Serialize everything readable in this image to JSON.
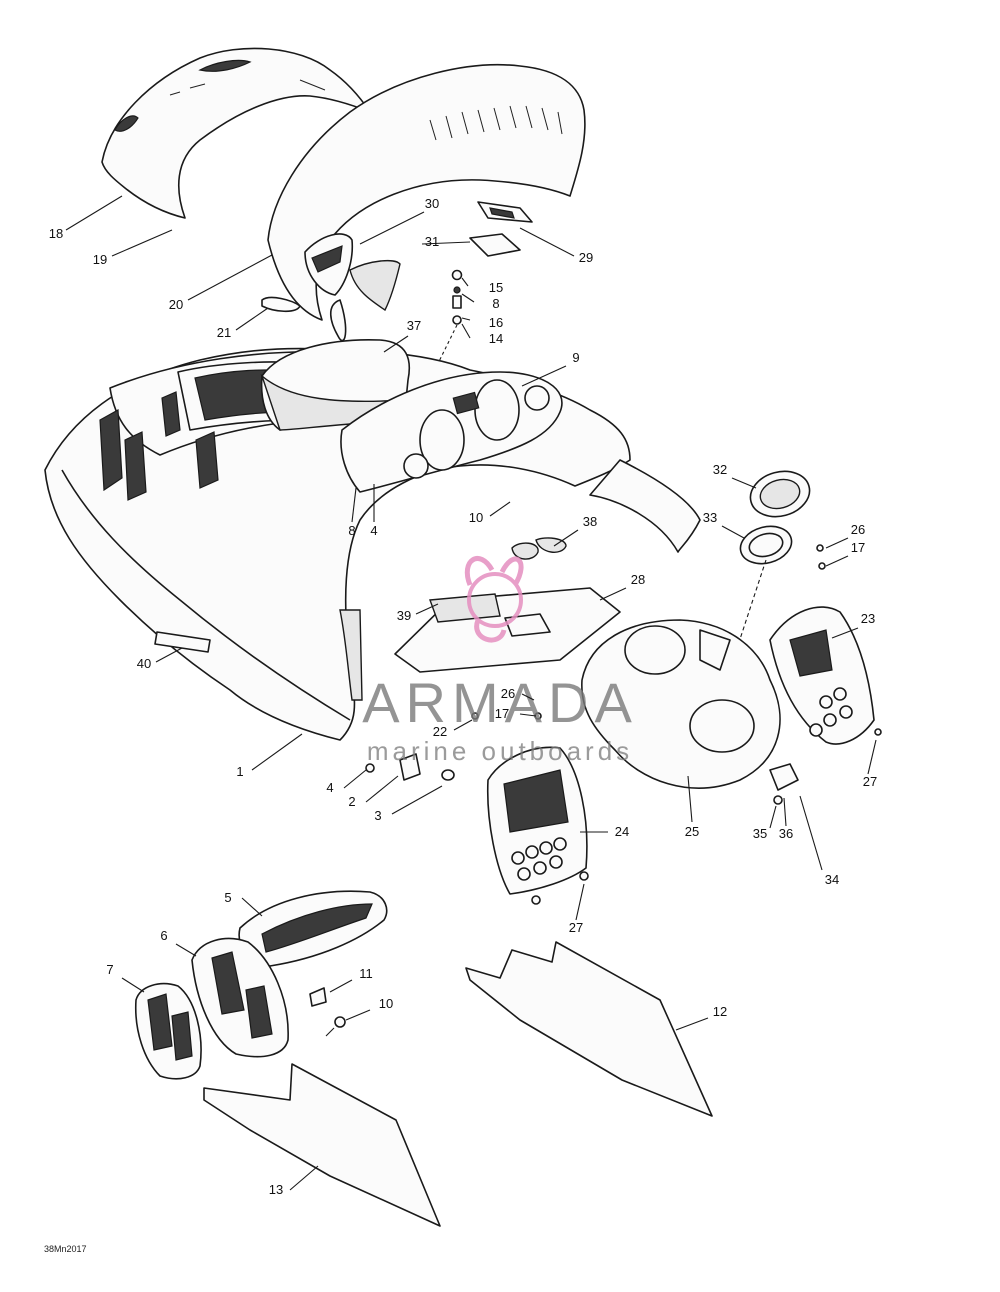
{
  "diagram": {
    "reference_code": "38Mn2017",
    "callouts": [
      {
        "id": "c18",
        "label": "18"
      },
      {
        "id": "c19",
        "label": "19"
      },
      {
        "id": "c20",
        "label": "20"
      },
      {
        "id": "c21",
        "label": "21"
      },
      {
        "id": "c30",
        "label": "30"
      },
      {
        "id": "c31",
        "label": "31"
      },
      {
        "id": "c29",
        "label": "29"
      },
      {
        "id": "c15",
        "label": "15"
      },
      {
        "id": "c8a",
        "label": "8"
      },
      {
        "id": "c16",
        "label": "16"
      },
      {
        "id": "c14",
        "label": "14"
      },
      {
        "id": "c37",
        "label": "37"
      },
      {
        "id": "c9",
        "label": "9"
      },
      {
        "id": "c8b",
        "label": "8"
      },
      {
        "id": "c4a",
        "label": "4"
      },
      {
        "id": "c10a",
        "label": "10"
      },
      {
        "id": "c38",
        "label": "38"
      },
      {
        "id": "c32",
        "label": "32"
      },
      {
        "id": "c33",
        "label": "33"
      },
      {
        "id": "c26a",
        "label": "26"
      },
      {
        "id": "c17a",
        "label": "17"
      },
      {
        "id": "c28",
        "label": "28"
      },
      {
        "id": "c39",
        "label": "39"
      },
      {
        "id": "c23",
        "label": "23"
      },
      {
        "id": "c40",
        "label": "40"
      },
      {
        "id": "c26b",
        "label": "26"
      },
      {
        "id": "c17b",
        "label": "17"
      },
      {
        "id": "c22",
        "label": "22"
      },
      {
        "id": "c1",
        "label": "1"
      },
      {
        "id": "c4b",
        "label": "4"
      },
      {
        "id": "c2",
        "label": "2"
      },
      {
        "id": "c3",
        "label": "3"
      },
      {
        "id": "c27a",
        "label": "27"
      },
      {
        "id": "c24",
        "label": "24"
      },
      {
        "id": "c25",
        "label": "25"
      },
      {
        "id": "c35",
        "label": "35"
      },
      {
        "id": "c36",
        "label": "36"
      },
      {
        "id": "c34",
        "label": "34"
      },
      {
        "id": "c27b",
        "label": "27"
      },
      {
        "id": "c5",
        "label": "5"
      },
      {
        "id": "c6",
        "label": "6"
      },
      {
        "id": "c7",
        "label": "7"
      },
      {
        "id": "c11",
        "label": "11"
      },
      {
        "id": "c10b",
        "label": "10"
      },
      {
        "id": "c12",
        "label": "12"
      },
      {
        "id": "c13",
        "label": "13"
      }
    ]
  },
  "watermark": {
    "brand": "ARMADA",
    "tagline": "marine outboards",
    "logo_color": "#e58fc0"
  },
  "colors": {
    "line": "#1a1a1a",
    "background": "#ffffff"
  }
}
